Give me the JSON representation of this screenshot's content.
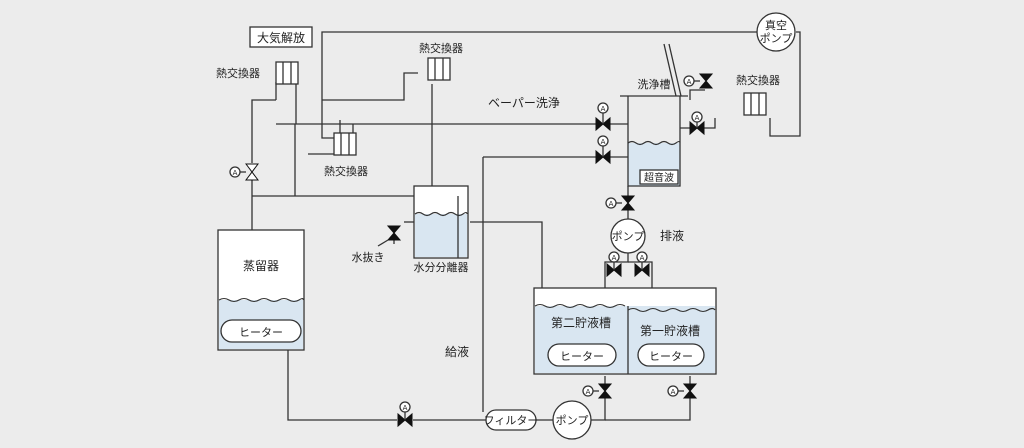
{
  "diagram": {
    "labels": {
      "atmosphere": "大気解放",
      "hx1": "熱交換器",
      "hx2": "熱交換器",
      "hx3": "熱交換器",
      "hx4": "熱交換器",
      "vacuum_pump": "真空ポンプ",
      "vacuum_pump_line1": "真空",
      "vacuum_pump_line2": "ポンプ",
      "vapor_cleaning": "ベーパー洗浄",
      "wash_tank": "洗浄槽",
      "ultrasonic": "超音波",
      "distiller": "蒸留器",
      "heater1": "ヒーター",
      "heater2": "ヒーター",
      "heater3": "ヒーター",
      "water_separator": "水分分離器",
      "drain_water": "水抜き",
      "pump_drain": "ポンプ",
      "drain": "排液",
      "tank2": "第二貯液槽",
      "tank1": "第一貯液槽",
      "supply": "給液",
      "filter": "フィルター",
      "pump_supply": "ポンプ",
      "actuator": "A"
    }
  }
}
